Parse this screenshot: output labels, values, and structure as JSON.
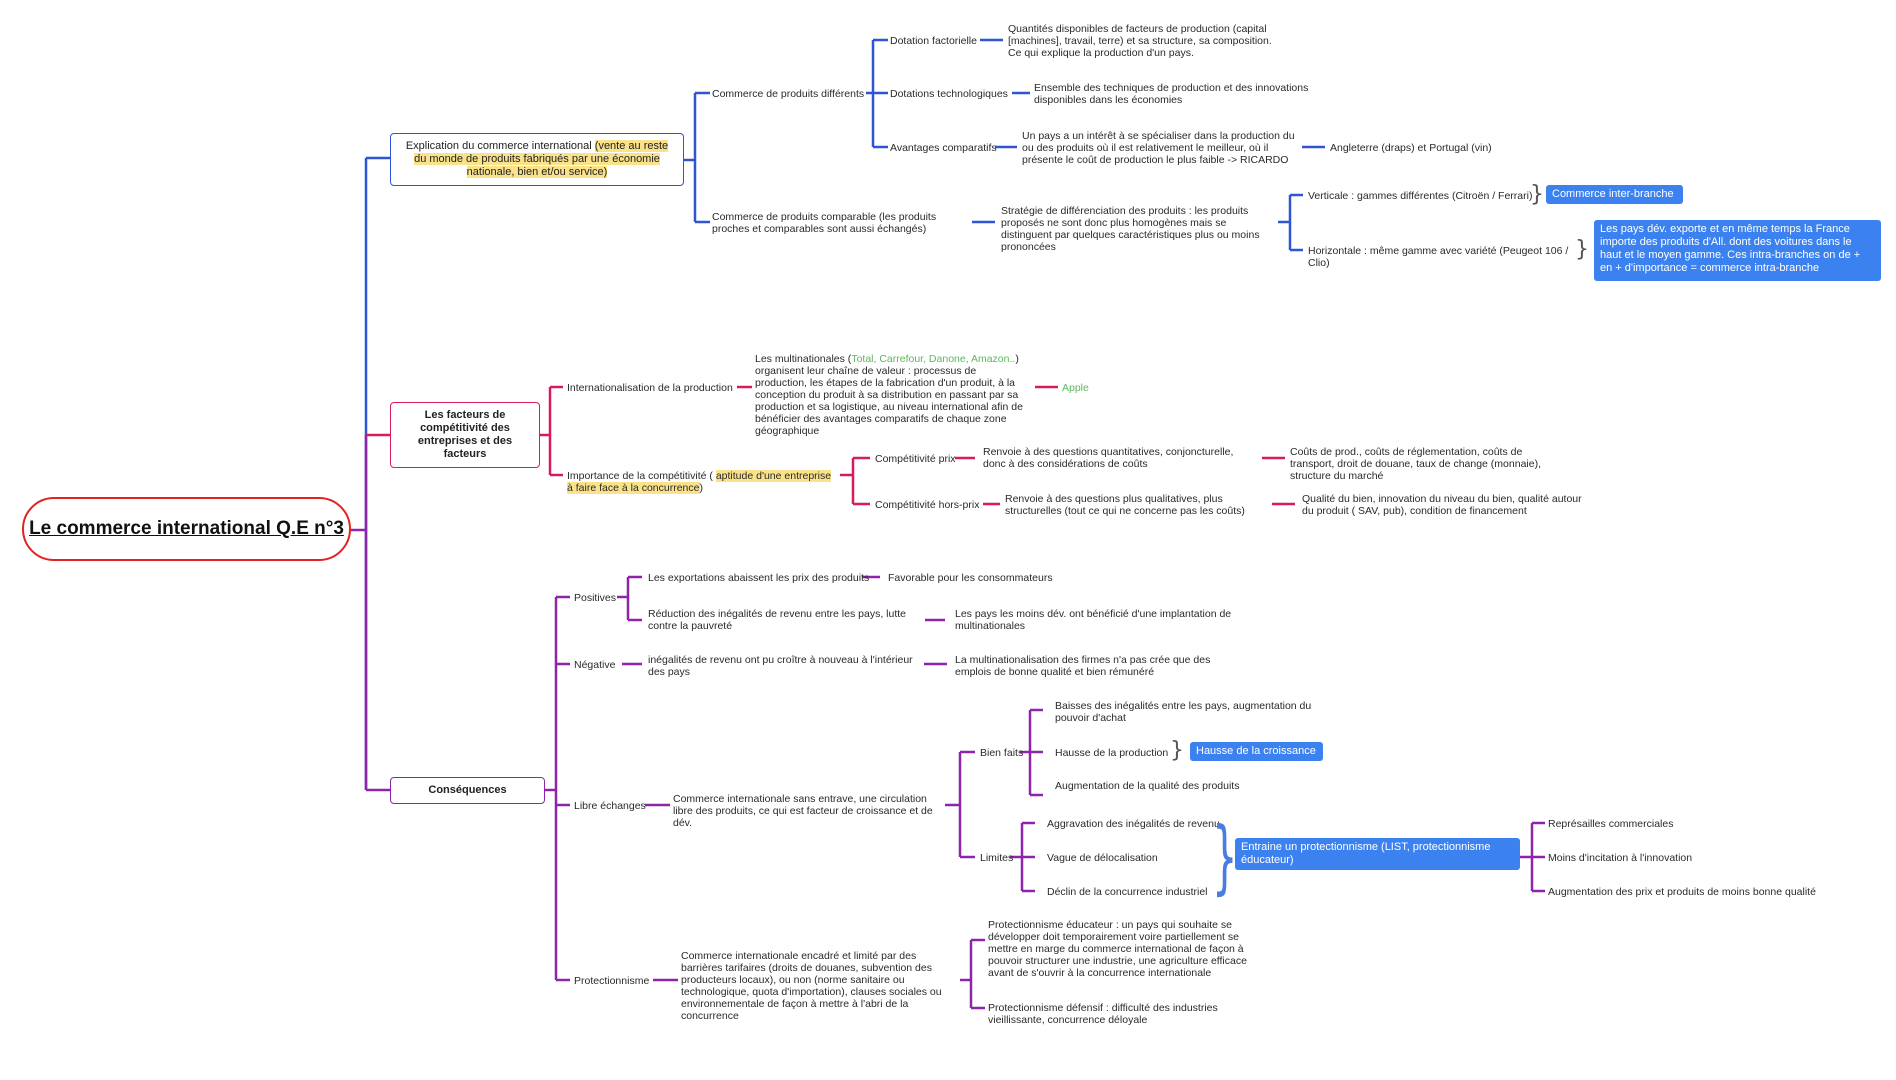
{
  "colors": {
    "root": "#e32222",
    "blue_branch": "#2f55d4",
    "red_branch": "#d81b60",
    "purple_branch": "#8e24aa",
    "highlight": "#f9e28a",
    "callout": "#3b82f0",
    "green_text": "#5cb85c"
  },
  "root": {
    "title": "Le commerce international Q.E n°3"
  },
  "b1": {
    "box_text": "Explication du commerce international ",
    "box_hl": "(vente au reste du monde de produits fabriqués par une économie nationale, bien et/ou service)",
    "differents": {
      "label": "Commerce de produits différents",
      "dotation": {
        "label": "Dotation factorielle",
        "desc": "Quantités disponibles de facteurs de production (capital [machines], travail, terre) et sa structure, sa composition. Ce qui explique la production d'un pays."
      },
      "techno": {
        "label": "Dotations technologiques",
        "desc": "Ensemble des techniques de production et des innovations disponibles dans les économies"
      },
      "avantages": {
        "label": "Avantages comparatifs",
        "desc": "Un pays a un intérêt à se spécialiser dans la production du ou des produits où il est relativement le meilleur, où il présente le coût de production le plus faible -> RICARDO",
        "example": "Angleterre (draps) et Portugal (vin)"
      }
    },
    "comparable": {
      "label": "Commerce de produits comparable (les produits proches et comparables sont aussi échangés)",
      "strategie": "Stratégie de différenciation des produits : les produits proposés ne sont donc plus homogènes mais se distinguent par quelques caractéristiques plus ou moins prononcées",
      "verticale": "Verticale : gammes différentes (Citroën / Ferrari)",
      "verticale_callout": "Commerce inter-branche",
      "horizontale": "Horizontale : même gamme avec variété (Peugeot 106 / Clio)",
      "horizontale_callout": "Les pays dév. exporte et en même temps la France importe des produits d'All. dont des voitures dans le haut et le moyen gamme. Ces intra-branches on de + en + d'importance = commerce intra-branche"
    }
  },
  "b2": {
    "box_text": "Les facteurs de compétitivité des entreprises et des facteurs",
    "internat": {
      "label": "Internationalisation de la production",
      "desc_pre": "Les multinationales (",
      "desc_green": "Total, Carrefour, Danone, Amazon..",
      "desc_post": ") organisent leur chaîne de valeur : processus de production, les étapes de la fabrication d'un produit, à la conception du produit à sa distribution en passant par sa production et sa logistique, au niveau international afin de bénéficier des avantages comparatifs de chaque zone géographique",
      "example": "Apple"
    },
    "importance": {
      "label_pre": "Importance de la compétitivité ( ",
      "label_hl": "aptitude d'une entreprise à faire face à la concurrence",
      "label_post": ")",
      "prix": {
        "label": "Compétitivité prix",
        "desc": "Renvoie à des questions quantitatives, conjoncturelle, donc à des considérations de coûts",
        "detail": "Coûts de prod., coûts de réglementation, coûts de transport, droit de douane, taux de change (monnaie), structure du marché"
      },
      "hors_prix": {
        "label": "Compétitivité hors-prix",
        "desc": "Renvoie à des questions plus qualitatives, plus structurelles (tout ce qui ne concerne pas les coûts)",
        "detail": "Qualité du bien, innovation du niveau du bien, qualité autour du produit ( SAV, pub), condition de financement"
      }
    }
  },
  "b3": {
    "box_text": "Conséquences",
    "positives": {
      "label": "Positives",
      "export": "Les exportations abaissent les prix des produits",
      "export_detail": "Favorable pour les consommateurs",
      "reduction": "Réduction des inégalités de revenu entre les pays, lutte contre la pauvreté",
      "reduction_detail": "Les pays les moins dév. ont bénéficié d'une implantation de multinationales"
    },
    "negative": {
      "label": "Négative",
      "desc": "inégalités de revenu ont pu croître à nouveau à l'intérieur des pays",
      "detail": "La multinationalisation des firmes n'a pas crée que des emplois de bonne qualité et bien rémunéré"
    },
    "libre": {
      "label": "Libre échanges",
      "desc": "Commerce internationale sans entrave, une circulation libre des produits, ce qui est facteur de croissance et de dév.",
      "bienfaits": {
        "label": "Bien faits",
        "items": [
          "Baisses des inégalités entre les pays, augmentation du pouvoir d'achat",
          "Hausse de la production",
          "Augmentation de la qualité des produits"
        ],
        "callout": "Hausse de la croissance"
      },
      "limites": {
        "label": "Limites",
        "items": [
          "Aggravation des inégalités de revenu",
          "Vague de délocalisation",
          "Déclin de la concurrence industriel"
        ],
        "callout": "Entraine un protectionnisme (LIST, protectionnisme éducateur)",
        "results": [
          "Représailles commerciales",
          "Moins d'incitation à l'innovation",
          "Augmentation des prix et produits de moins bonne qualité"
        ]
      }
    },
    "protection": {
      "label": "Protectionnisme",
      "desc": "Commerce internationale encadré et limité par des barrières tarifaires (droits de douanes, subvention des producteurs locaux), ou non (norme sanitaire ou technologique, quota d'importation), clauses sociales ou environnementale de façon à mettre à l'abri de la concurrence",
      "educateur": "Protectionnisme éducateur : un pays qui souhaite se développer doit temporairement voire partiellement se mettre en marge du commerce international de façon à pouvoir structurer une industrie, une agriculture efficace avant de s'ouvrir à la concurrence internationale",
      "defensif": "Protectionnisme défensif : difficulté des industries vieillissante, concurrence déloyale"
    }
  }
}
